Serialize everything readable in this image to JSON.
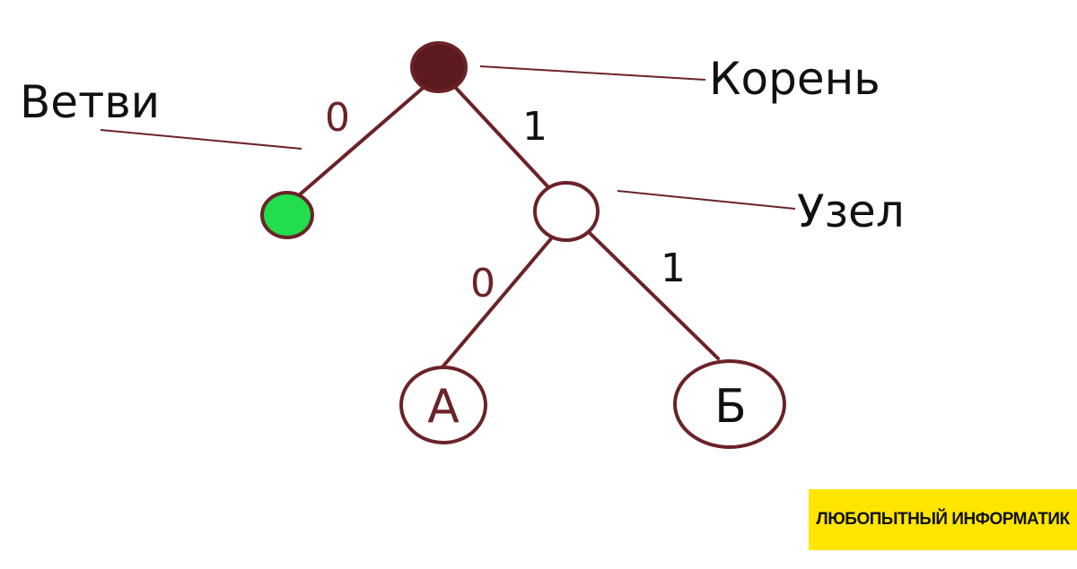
{
  "colors": {
    "edge": "#6b2328",
    "root_fill": "#5a1a1e",
    "green_leaf_fill": "#22dd4c",
    "node_fill": "#ffffff",
    "brand_background": "#ffe500"
  },
  "callouts": {
    "root": "Корень",
    "branches": "Ветви",
    "node": "Узел"
  },
  "edge_labels": {
    "root_left": "0",
    "root_right": "1",
    "node_left": "0",
    "node_right": "1"
  },
  "leaves": {
    "a": "А",
    "b": "Б"
  },
  "brand": "ЛЮБОПЫТНЫЙ ИНФОРМАТИК"
}
